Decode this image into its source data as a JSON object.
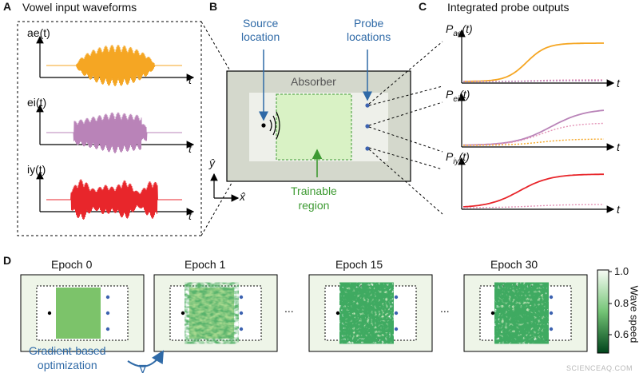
{
  "panels": {
    "A": {
      "letter": "A",
      "title": "Vowel input waveforms",
      "signals": [
        {
          "label": "ae(t)",
          "axis": "t",
          "color": "#f5a623"
        },
        {
          "label": "ei(t)",
          "axis": "t",
          "color": "#b983b8"
        },
        {
          "label": "iy(t)",
          "axis": "t",
          "color": "#e8262b"
        }
      ]
    },
    "B": {
      "letter": "B",
      "source_label": [
        "Source",
        "location"
      ],
      "probe_label": [
        "Probe",
        "locations"
      ],
      "absorber_label": "Absorber",
      "trainable_label": [
        "Trainable",
        "region"
      ],
      "axis_y": "ŷ",
      "axis_x": "x̂"
    },
    "C": {
      "letter": "C",
      "title": "Integrated probe outputs",
      "outputs": [
        {
          "main": "P",
          "sub": "ae",
          "rest": "(t)",
          "axis": "t"
        },
        {
          "main": "P",
          "sub": "ei",
          "rest": "(t)",
          "axis": "t"
        },
        {
          "main": "P",
          "sub": "iy",
          "rest": "(t)",
          "axis": "t"
        }
      ]
    },
    "D": {
      "letter": "D",
      "epochs": [
        "Epoch 0",
        "Epoch 1",
        "Epoch 15",
        "Epoch 30"
      ],
      "ellipsis": "...",
      "optimization_label": [
        "Gradient-based",
        "optimization"
      ],
      "gradient_symbol": "∇",
      "colorbar": {
        "label": "Wave speed",
        "ticks": [
          "1.0",
          "0.8",
          "0.6"
        ]
      }
    }
  },
  "colors": {
    "blue": "#2f6aa7",
    "green": "#3d9a32",
    "absorber": "#d4d8cc",
    "trainable": "#d9f2c5",
    "probe": "#3c62b0",
    "orange": "#f5a623",
    "violet": "#b983b8",
    "red": "#e8262b",
    "pink": "#e495b8"
  },
  "watermark": "SCIENCEAQ.COM"
}
